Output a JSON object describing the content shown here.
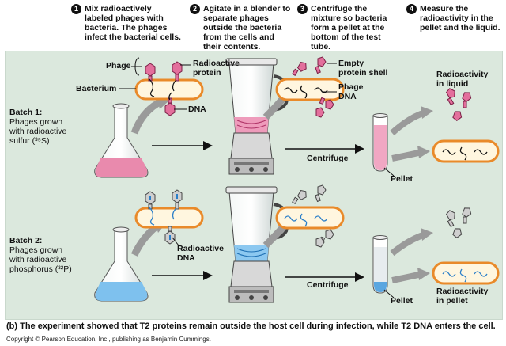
{
  "steps": [
    {
      "num": "1",
      "text_lines": [
        "Mix radioactively",
        "labeled phages with",
        "bacteria. The phages",
        "infect the bacterial cells."
      ]
    },
    {
      "num": "2",
      "text_lines": [
        "Agitate in a blender to",
        "separate phages",
        "outside the bacteria",
        "from the cells and",
        "their contents."
      ]
    },
    {
      "num": "3",
      "text_lines": [
        "Centrifuge the",
        "mixture so bacteria",
        "form a pellet at the",
        "bottom of the test",
        "tube."
      ]
    },
    {
      "num": "4",
      "text_lines": [
        "Measure the",
        "radioactivity in the",
        "pellet and the liquid."
      ]
    }
  ],
  "labels": {
    "phage": "Phage",
    "radioactive_protein": [
      "Radioactive",
      "protein"
    ],
    "bacterium": "Bacterium",
    "dna": "DNA",
    "empty_shell": [
      "Empty",
      "protein shell"
    ],
    "phage_dna": [
      "Phage",
      "DNA"
    ],
    "radioactive_dna": [
      "Radioactive",
      "DNA"
    ],
    "centrifuge_1": "Centrifuge",
    "centrifuge_2": "Centrifuge",
    "pellet_1": "Pellet",
    "pellet_2": "Pellet",
    "radio_liquid": [
      "Radioactivity",
      "in liquid"
    ],
    "radio_pellet": [
      "Radioactivity",
      "in pellet"
    ]
  },
  "batch1": {
    "title": "Batch 1:",
    "lines": [
      "Phages grown",
      "with radioactive",
      "sulfur (³⁵S)"
    ]
  },
  "batch2": {
    "title": "Batch 2:",
    "lines": [
      "Phages grown",
      "with radioactive",
      "phosphorus (³²P)"
    ]
  },
  "caption": "(b) The experiment showed that T2 proteins remain outside the host cell during infection, while T2 DNA enters the cell.",
  "copyright": "Copyright © Pearson Education, Inc., publishing as Benjamin Cummings.",
  "colors": {
    "panel": "#dbe8dd",
    "sulfur": "#e36f9c",
    "phosphorus": "#5aa6e0",
    "bacterium_fill": "#fff6df",
    "bacterium_border": "#e98a2a"
  }
}
